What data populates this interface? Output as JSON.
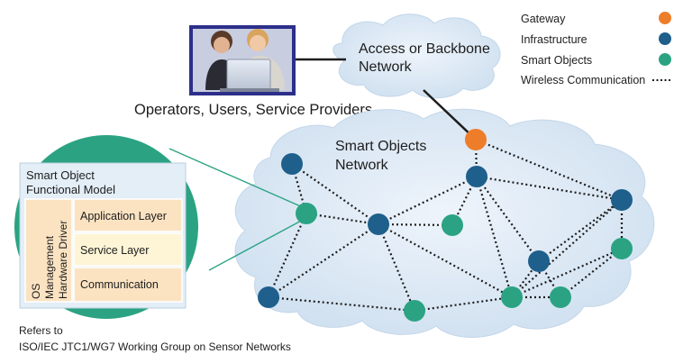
{
  "legend": {
    "items": [
      {
        "label": "Gateway",
        "color": "#ee7d2a"
      },
      {
        "label": "Infrastructure",
        "color": "#1f5f8b"
      },
      {
        "label": "Smart Objects",
        "color": "#2ba383"
      },
      {
        "label": "Wireless Communication"
      }
    ]
  },
  "access_network": {
    "line1": "Access or Backbone",
    "line2": "Network"
  },
  "operators_caption": "Operators, Users, Service Providers",
  "smart_objects_network": {
    "line1": "Smart Objects",
    "line2": "Network"
  },
  "functional_model": {
    "title_line1": "Smart Object",
    "title_line2": "Functional Model",
    "side_labels": [
      "OS",
      "Management",
      "Hardware Driver"
    ],
    "layers": [
      "Application Layer",
      "Service Layer",
      "Communication"
    ]
  },
  "footnote": {
    "line1": "Refers to",
    "line2": "ISO/IEC JTC1/WG7 Working Group on Sensor Networks"
  },
  "colors": {
    "gateway": "#ee7d2a",
    "infrastructure": "#1f5f8b",
    "smart_object": "#2ba383",
    "cloud": "#dce9f5",
    "model_circle": "#2ba383",
    "layer_app": "#fbe3c2",
    "layer_service": "#fdf5d6"
  }
}
